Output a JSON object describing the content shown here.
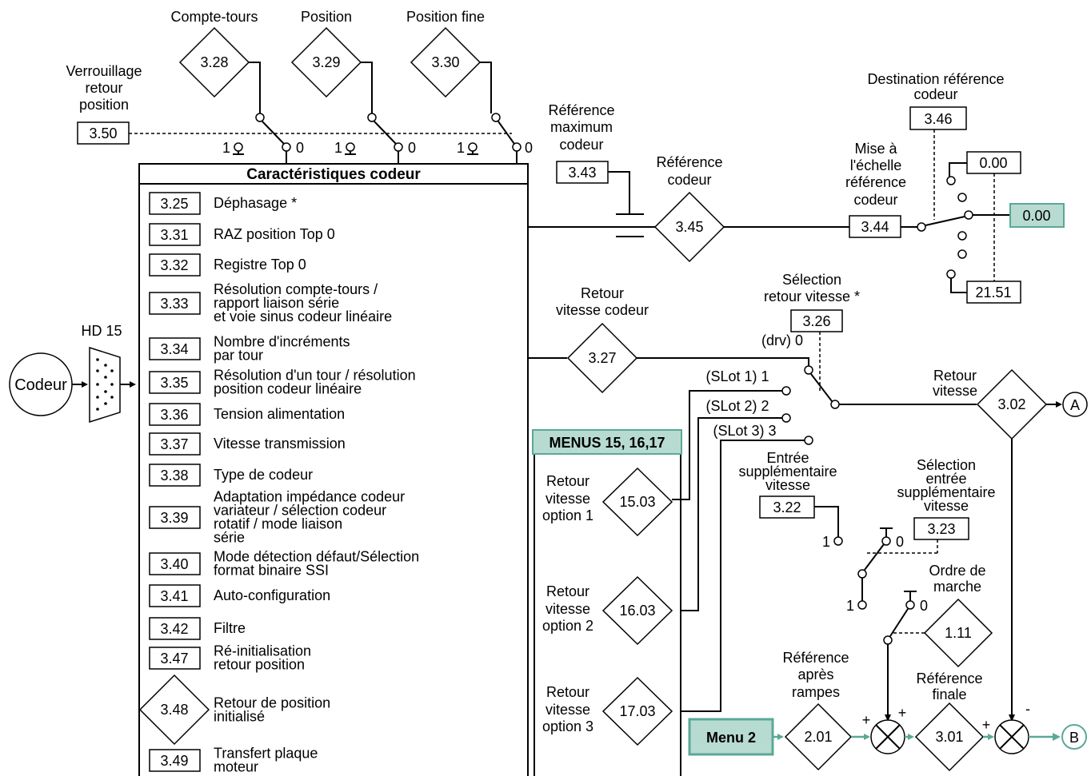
{
  "colors": {
    "accent_fill": "#b7dbd1",
    "accent_stroke": "#5aa897",
    "line": "#000000",
    "background": "#ffffff"
  },
  "top_params": [
    {
      "title": "Compte-tours",
      "id": "3.28"
    },
    {
      "title": "Position",
      "id": "3.29"
    },
    {
      "title": "Position fine",
      "id": "3.30"
    }
  ],
  "lock": {
    "title_1": "Verrouillage",
    "title_2": "retour",
    "title_3": "position",
    "id": "3.50"
  },
  "switch_states": {
    "one": "1",
    "zero": "0"
  },
  "panel": {
    "title": "Caractéristiques codeur",
    "rows": [
      {
        "id": "3.25",
        "lines": [
          "Déphasage *"
        ]
      },
      {
        "id": "3.31",
        "lines": [
          "RAZ position Top 0"
        ]
      },
      {
        "id": "3.32",
        "lines": [
          "Registre Top 0"
        ]
      },
      {
        "id": "3.33",
        "lines": [
          "Résolution compte-tours /",
          "rapport liaison série",
          "et voie sinus codeur linéaire"
        ]
      },
      {
        "id": "3.34",
        "lines": [
          "Nombre d'incréments",
          "par tour"
        ]
      },
      {
        "id": "3.35",
        "lines": [
          "Résolution d'un tour / résolution",
          "position codeur linéaire"
        ]
      },
      {
        "id": "3.36",
        "lines": [
          "Tension alimentation"
        ]
      },
      {
        "id": "3.37",
        "lines": [
          "Vitesse transmission"
        ]
      },
      {
        "id": "3.38",
        "lines": [
          "Type de codeur"
        ]
      },
      {
        "id": "3.39",
        "lines": [
          "Adaptation impédance codeur",
          "variateur / sélection codeur",
          "rotatif / mode liaison",
          "série"
        ]
      },
      {
        "id": "3.40",
        "lines": [
          "Mode détection défaut/Sélection",
          "format binaire SSI"
        ]
      },
      {
        "id": "3.41",
        "lines": [
          "Auto-configuration"
        ]
      },
      {
        "id": "3.42",
        "lines": [
          "Filtre"
        ]
      },
      {
        "id": "3.47",
        "lines": [
          "Ré-initialisation",
          "retour position"
        ]
      },
      {
        "id": "3.48",
        "lines": [
          "Retour de position",
          "initialisé"
        ]
      },
      {
        "id": "3.49",
        "lines": [
          "Transfert plaque",
          "moteur"
        ]
      }
    ]
  },
  "encoder": {
    "connector": "HD 15",
    "label": "Codeur"
  },
  "ref_max": {
    "lines": [
      "Référence",
      "maximum",
      "codeur"
    ],
    "id": "3.43"
  },
  "ref_codeur": {
    "lines": [
      "Référence",
      "codeur"
    ],
    "id": "3.45"
  },
  "scaling": {
    "lines": [
      "Mise à",
      "l'échelle",
      "référence",
      "codeur"
    ],
    "id": "3.44"
  },
  "destination": {
    "lines": [
      "Destination référence",
      "codeur"
    ],
    "id": "3.46",
    "min": "0.00",
    "max": "21.51",
    "output": "0.00"
  },
  "speed_feedback": {
    "lines": [
      "Retour",
      "vitesse codeur"
    ],
    "id": "3.27"
  },
  "speed_select": {
    "lines": [
      "Sélection",
      "retour vitesse *"
    ],
    "id": "3.26",
    "drv": "(drv) 0",
    "slot1": "(SLot 1) 1",
    "slot2": "(SLot 2) 2",
    "slot3": "(SLot 3) 3"
  },
  "speed_out": {
    "lines": [
      "Retour",
      "vitesse"
    ],
    "id": "3.02",
    "connector": "A"
  },
  "menus": {
    "title": "MENUS 15, 16,17",
    "options": [
      {
        "lines": [
          "Retour",
          "vitesse",
          "option 1"
        ],
        "id": "15.03"
      },
      {
        "lines": [
          "Retour",
          "vitesse",
          "option 2"
        ],
        "id": "16.03"
      },
      {
        "lines": [
          "Retour",
          "vitesse",
          "option 3"
        ],
        "id": "17.03"
      }
    ]
  },
  "extra_input": {
    "lines": [
      "Entrée",
      "supplémentaire",
      "vitesse"
    ],
    "id": "3.22"
  },
  "extra_select": {
    "lines": [
      "Sélection",
      "entrée",
      "supplémentaire",
      "vitesse"
    ],
    "id": "3.23"
  },
  "run_order": {
    "lines": [
      "Ordre de",
      "marche"
    ],
    "id": "1.11"
  },
  "after_ramps": {
    "lines": [
      "Référence",
      "après",
      "rampes"
    ],
    "id": "2.01",
    "menu": "Menu 2"
  },
  "final_ref": {
    "lines": [
      "Référence",
      "finale"
    ],
    "id": "3.01",
    "connector": "B"
  },
  "signs": {
    "plus": "+",
    "minus": "-"
  }
}
